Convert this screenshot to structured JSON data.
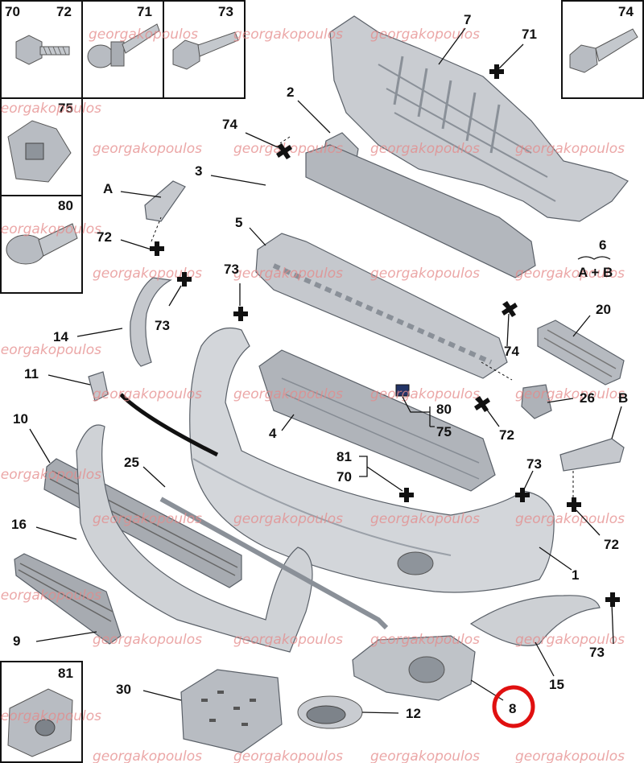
{
  "colors": {
    "highlight_ring": "#e01010",
    "watermark": "#e58a8a",
    "part_fill": "#c9ccd1",
    "part_dark": "#9aa0a8"
  },
  "watermark_text": "georgakopoulos",
  "callouts": {
    "box70": "70",
    "box72": "72",
    "box71": "71",
    "box73": "73",
    "box74": "74",
    "box75": "75",
    "box80": "80",
    "box81": "81",
    "c7": "7",
    "c71": "71",
    "c2": "2",
    "c74a": "74",
    "c3": "3",
    "cA": "A",
    "c72a": "72",
    "c5": "5",
    "c6": "6",
    "c6sub": "A + B",
    "c73a": "73",
    "c73b": "73",
    "c14": "14",
    "c20": "20",
    "c74b": "74",
    "c11": "11",
    "c26": "26",
    "cB": "B",
    "c10": "10",
    "c80": "80",
    "c75": "75",
    "c72b": "72",
    "c4": "4",
    "c81": "81",
    "c70": "70",
    "c25": "25",
    "c73c": "73",
    "c16": "16",
    "c72c": "72",
    "c1": "1",
    "c9": "9",
    "c73d": "73",
    "c15": "15",
    "c30": "30",
    "c12": "12",
    "c8": "8"
  }
}
